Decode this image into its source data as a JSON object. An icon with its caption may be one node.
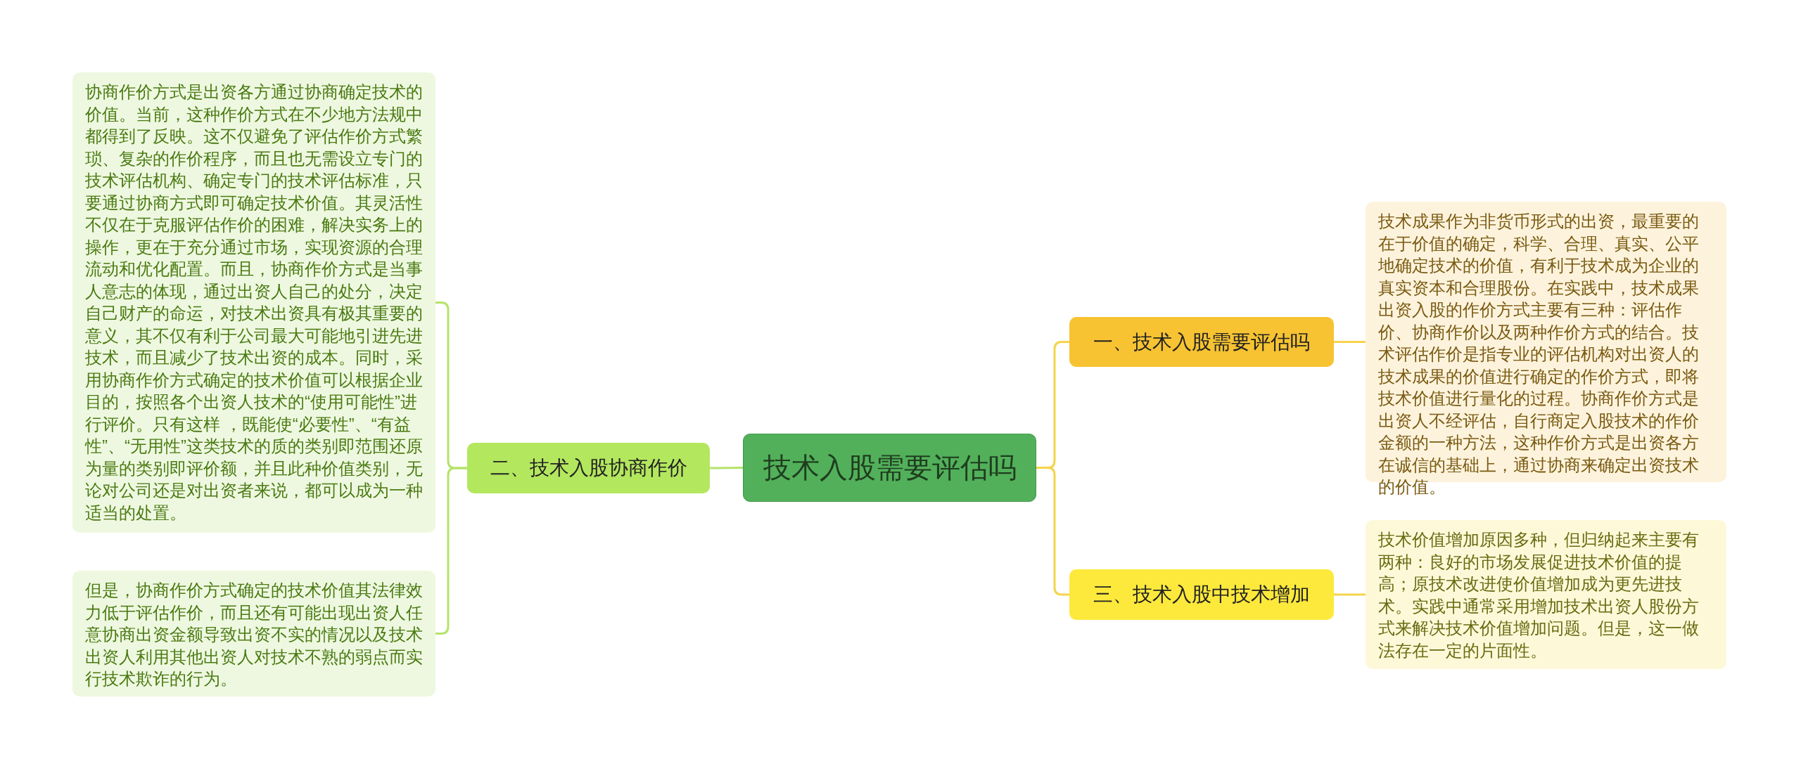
{
  "diagram": {
    "nodes": [
      {
        "text": [
          "技术入股需要评估吗"
        ]
      },
      {
        "text": [
          "二、技术入股协商作价"
        ]
      },
      {
        "text": [
          "协商作价方式是出资各方通过协商确定技术的价值。当前，这种作价方式在不少地方法规中都得到了反映。这不仅避免了评估作价方式繁琐、复杂的作价程序，而且也无需设立专门的技术评估机构、确定专门的技术评估标准，只要通过协商方式即可确定技术价值。其灵活性不仅在于克服评估作价的困难，解决实务上的操作，更在于充分通过市场，实现资源的合理流动和优化配置。而且，协商作价方式是当事人意志的体现，通过出资人自己的处分，决定自己财产的命运，对技术出资具有极其重要的意义，其不仅有利于公司最大可能地引进先进技术，而且减少了技术出资的成本。同时，采用协商作价方式确定的技术价值可以根据企业目的，按照各个出资人技术的“使用可能性”进行评价。只有这样 ，既能使“必要性”、“有益性”、“无用性”这类技术的质的类别即范围还原为量的类别即评价额，并且此种价值类别，无论对公司还是对出资者来说，都可以成为一种适当的处置。"
        ]
      },
      {
        "text": [
          "但是，协商作价方式确定的技术价值其法律效力低于评估作价，而且还有可能出现出资人任意协商出资金额导致出资不实的情况以及技术出资人利用其他出资人对技术不熟的弱点而实行技术欺诈的行为。"
        ]
      },
      {
        "text": [
          "一、技术入股需要评估吗"
        ]
      },
      {
        "text": [
          "技术成果作为非货币形式的出资，最重要的在于价值的确定，科学、合理、真实、公平地确定技术的价值，有利于技术成为企业的真实资本和合理股份。在实践中，技术成果出资入股的作价方式主要有三种：评估作价、协商作价以及两种作价方式的结合。技术评估作价是指专业的评估机构对出资人的技术成果的价值进行确定的作价方式，即将技术价值进行量化的过程。协商作价方式是出资人不经评估，自行商定入股技术的作价金额的一种方法，这种作价方式是出资各方在诚信的基础上，通过协商来确定出资技术的价值。"
        ]
      },
      {
        "text": [
          "三、技术入股中技术增加"
        ]
      },
      {
        "text": [
          "技术价值增加原因多种，但归纳起来主要有两种：良好的市场发展促进技术价值的提高；原技术改进使价值增加成为更先进技术。实践中通常采用增加技术出资人股份方式来解决技术价值增加问题。但是，这一做法存在一定的片面性。"
        ]
      }
    ],
    "edges": [
      {
        "from": 0,
        "to": 1,
        "arrow": "none"
      },
      {
        "from": 1,
        "to": 2,
        "arrow": "none"
      },
      {
        "from": 1,
        "to": 3,
        "arrow": "none"
      },
      {
        "from": 0,
        "to": 4,
        "arrow": "none"
      },
      {
        "from": 4,
        "to": 5,
        "arrow": "none"
      },
      {
        "from": 0,
        "to": 6,
        "arrow": "none"
      },
      {
        "from": 6,
        "to": 7,
        "arrow": "none"
      }
    ]
  }
}
